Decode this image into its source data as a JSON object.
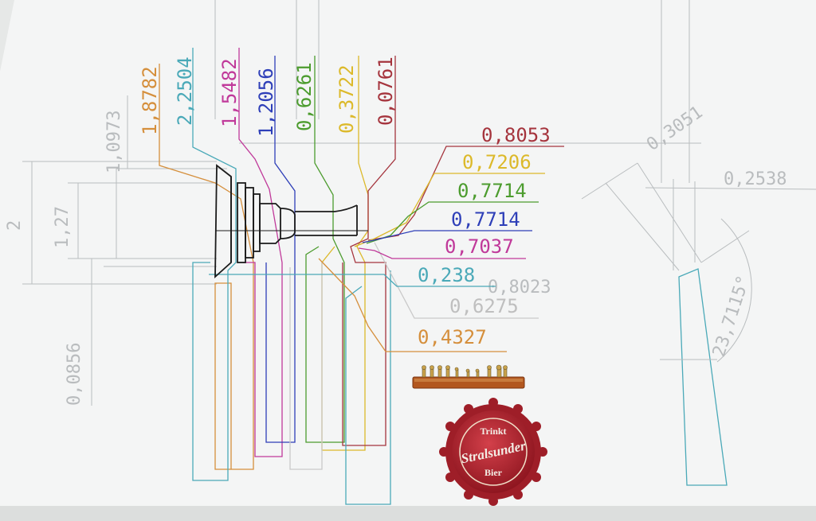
{
  "colors": {
    "paper": "#f4f5f5",
    "orange": "#d58f3c",
    "teal": "#4aa9b8",
    "magenta": "#c0399a",
    "blue": "#2e3fb8",
    "green": "#4c9c2e",
    "yellow": "#dcb92a",
    "darkred": "#a5343d",
    "gray": "#b9bdbf",
    "bottle_cap": "#b8232f",
    "wood": "#b2571f"
  },
  "drawing": {
    "vertical_dimensions": {
      "orange": "1,8782",
      "teal": "2,2504",
      "magenta": "1,5482",
      "blue": "1,2056",
      "green": "0,6261",
      "yellow": "0,3722",
      "darkred": "0,0761"
    },
    "horizontal_dimensions": {
      "darkred": "0,8053",
      "yellow": "0,7206",
      "green": "0,7714",
      "blue": "0,7714",
      "magenta": "0,7037",
      "teal": "0,238",
      "gray": "0,6275",
      "orange": "0,4327"
    },
    "faint_dimensions": {
      "left_top": "1,0973",
      "left_height": "2",
      "left_mid": "1,27",
      "left_low": "0,0856",
      "gray_mid": "0,8023",
      "right_top": "0,3051",
      "right_side": "0,2538",
      "right_angle": "23,7115°"
    }
  },
  "bottle_cap": {
    "top": "Trinkt",
    "brand": "Stralsunder",
    "bottom": "Bier"
  },
  "icons": [
    "bottle-cap-icon",
    "wooden-strip-icon"
  ]
}
